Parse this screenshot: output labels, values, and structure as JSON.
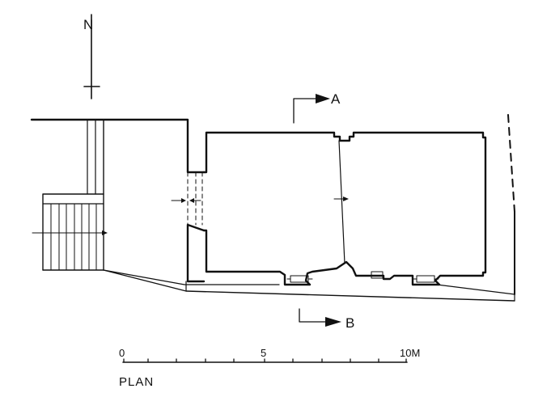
{
  "plan": {
    "north_label": "N",
    "section_a_label": "A",
    "section_b_label": "B",
    "title": "PLAN"
  },
  "scale_bar": {
    "labels": [
      "0",
      "5",
      "10M"
    ]
  },
  "colors": {
    "ink": "#111111",
    "paper": "#ffffff"
  }
}
